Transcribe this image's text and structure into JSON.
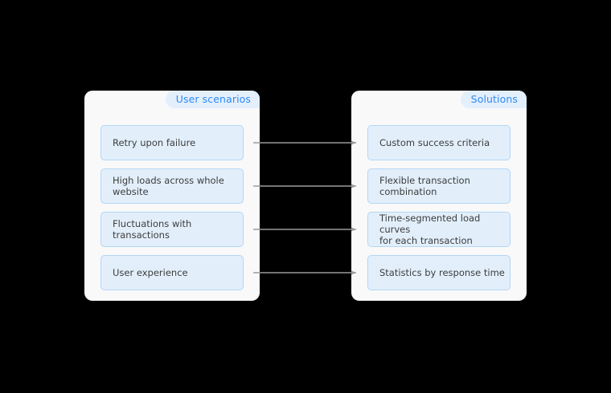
{
  "diagram": {
    "title_left": "User scenarios",
    "title_right": "Solutions",
    "colors": {
      "page_background": "#000000",
      "panel_background": "#f9f9fa",
      "pill_background": "#e4effc",
      "pill_text": "#2f8bf5",
      "card_background": "#e2effb",
      "card_border": "#b4d6f3",
      "card_text": "#3c3c3c",
      "connector": "#9a9a9a"
    },
    "left_panel": {
      "label": "User scenarios",
      "cards": [
        {
          "text": "Retry upon failure"
        },
        {
          "text": "High loads across whole\nwebsite"
        },
        {
          "text": "Fluctuations with transactions"
        },
        {
          "text": "User experience"
        }
      ]
    },
    "right_panel": {
      "label": "Solutions",
      "cards": [
        {
          "text": "Custom success criteria"
        },
        {
          "text": "Flexible transaction\ncombination"
        },
        {
          "text": "Time-segmented load curves\nfor each transaction"
        },
        {
          "text": "Statistics by response time"
        }
      ]
    },
    "connectors": [
      {
        "from": "Retry upon failure",
        "to": "Custom success criteria"
      },
      {
        "from": "High loads across whole website",
        "to": "Flexible transaction combination"
      },
      {
        "from": "Fluctuations with transactions",
        "to": "Time-segmented load curves for each transaction"
      },
      {
        "from": "User experience",
        "to": "Statistics by response time"
      }
    ]
  }
}
